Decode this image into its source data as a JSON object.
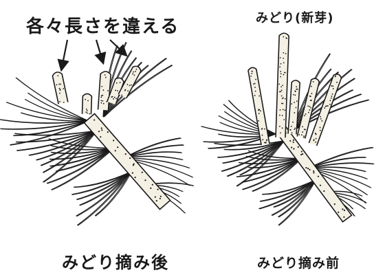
{
  "labels": {
    "annotation_top_left": "各々長さを違える",
    "annotation_top_right": "みどり(新芽)",
    "caption_after": "みどり摘み後",
    "caption_before": "みどり摘み前"
  },
  "colors": {
    "ink": "#1a1a1a",
    "background": "#ffffff",
    "bud_fill": "#f4f0e4"
  },
  "illustrations": [
    {
      "name": "pine-branch-after",
      "state": "after",
      "bud_count": 5,
      "bud_lengths": "varied"
    },
    {
      "name": "pine-branch-before",
      "state": "before",
      "bud_count": 5
    }
  ],
  "icons": [
    "arrow-down-icon",
    "arrow-down-icon",
    "arrow-down-right-icon"
  ]
}
